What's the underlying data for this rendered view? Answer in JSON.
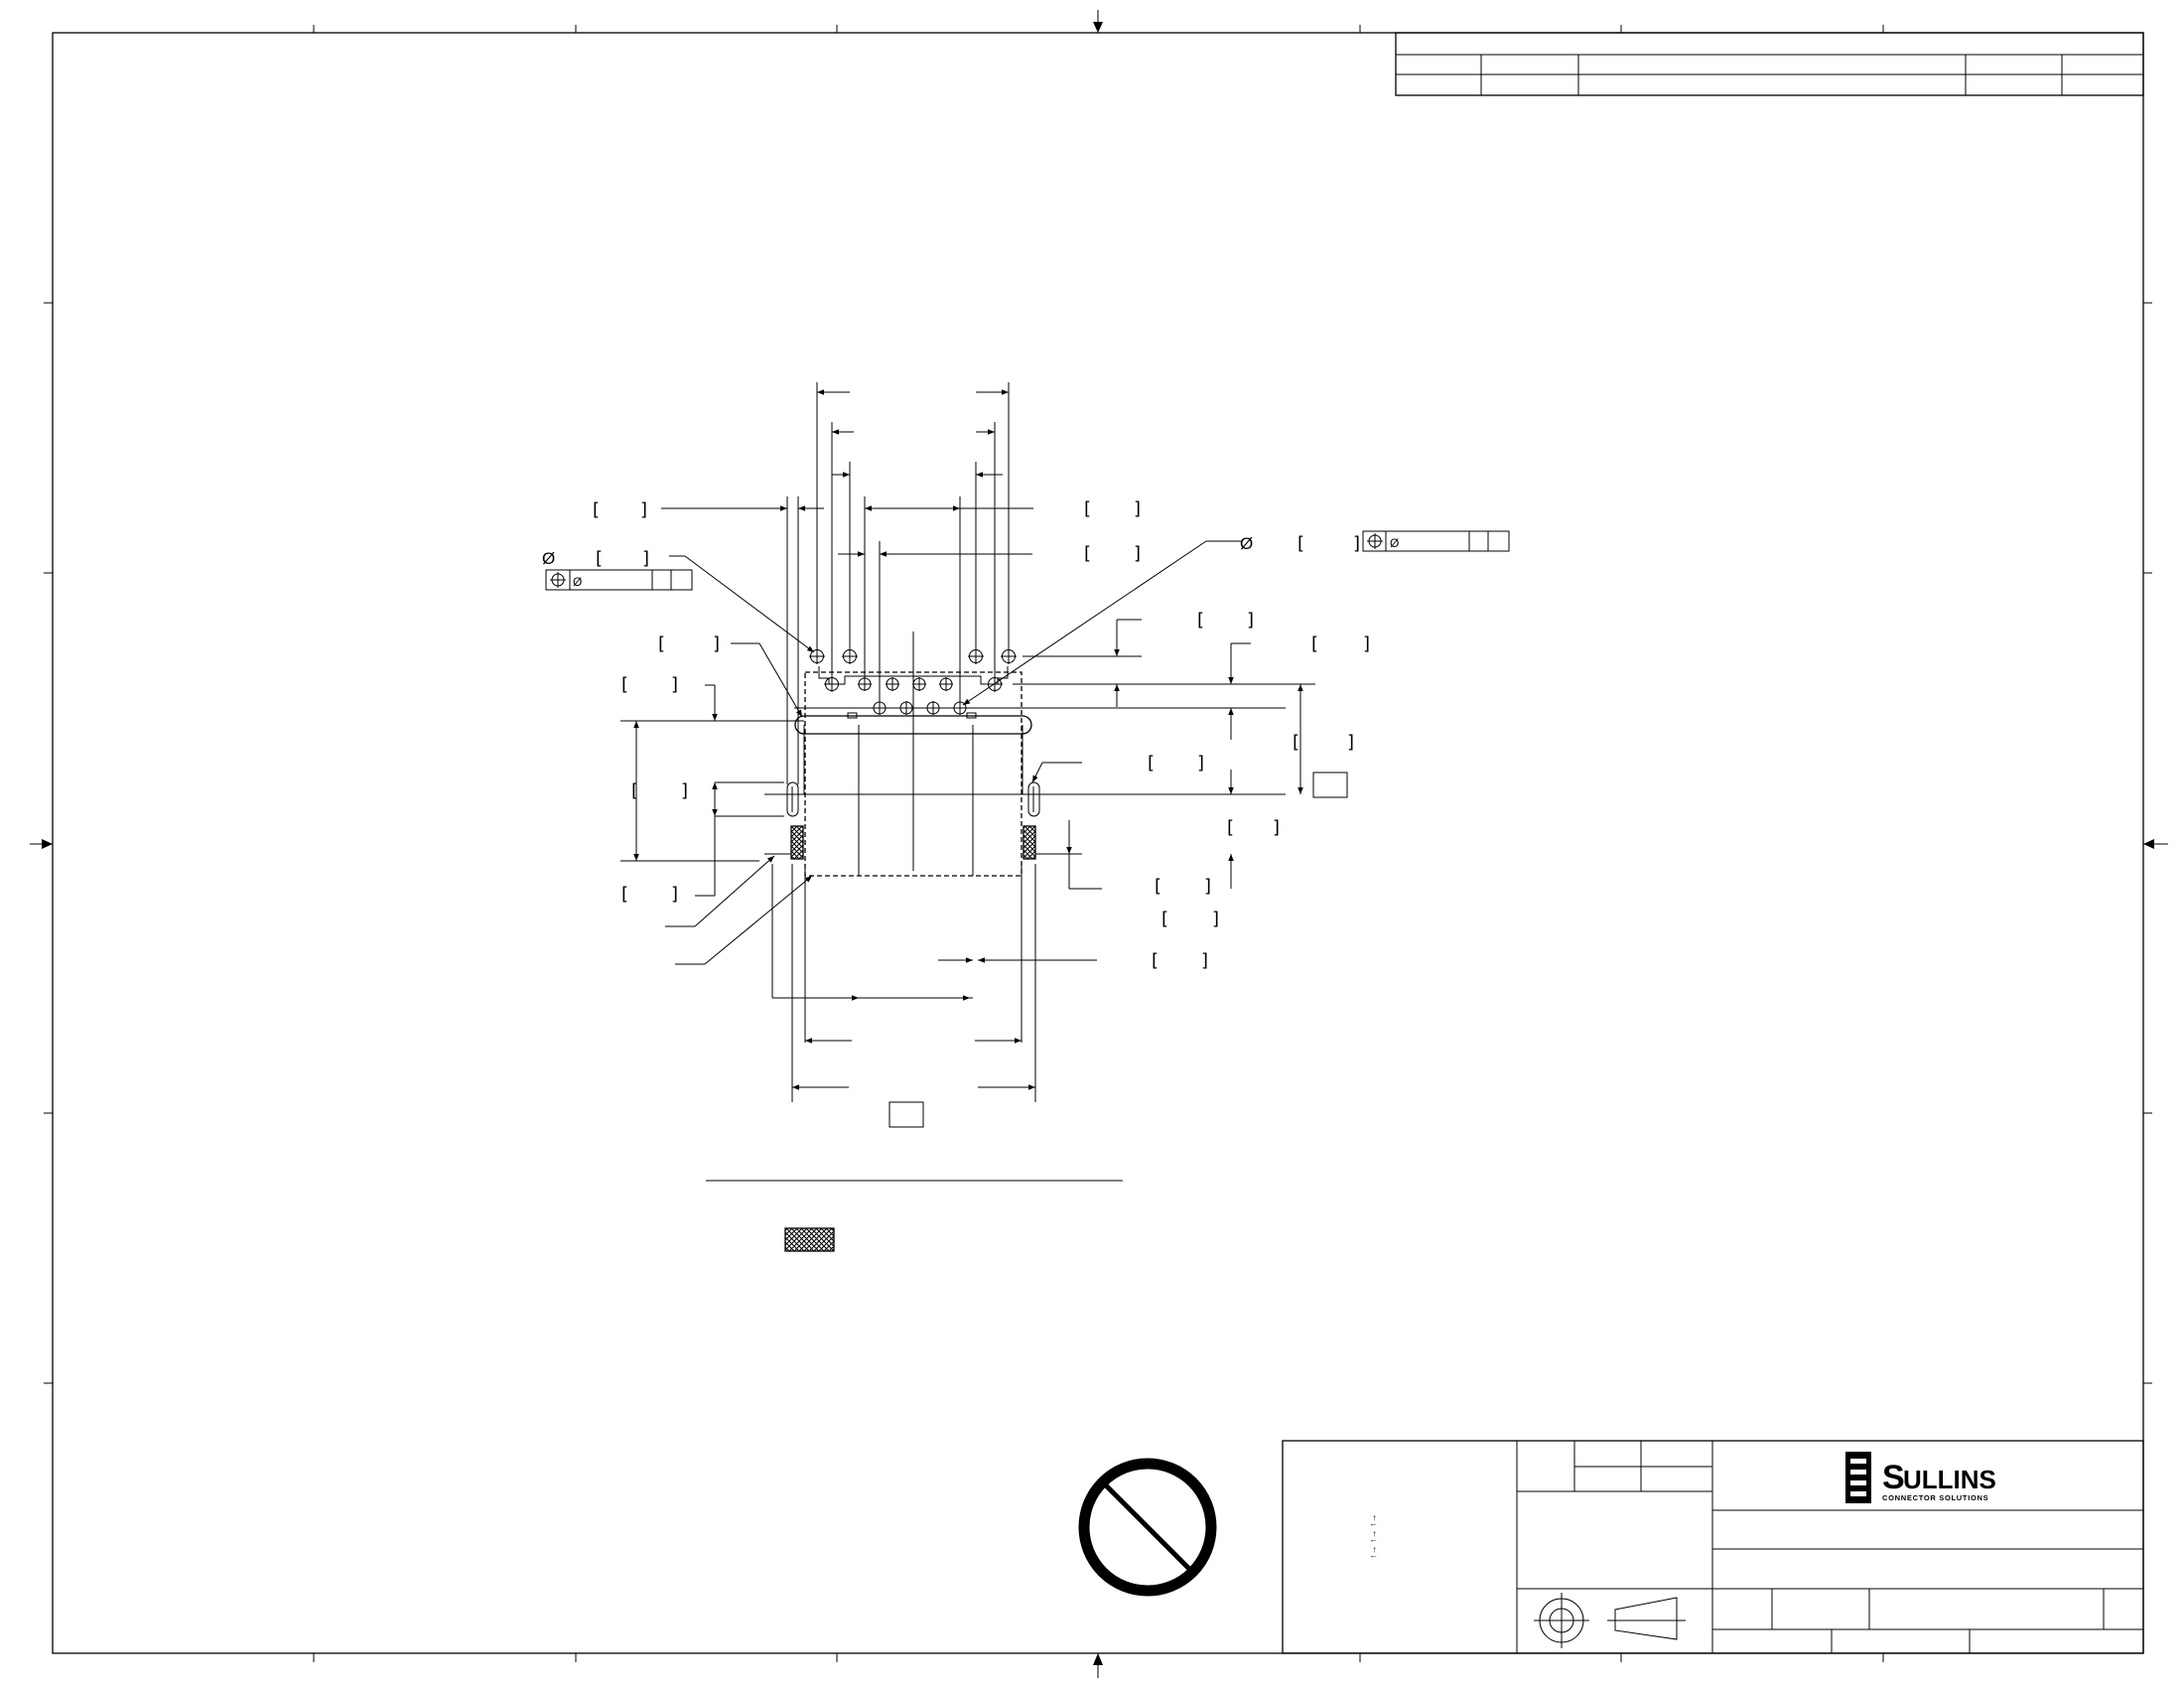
{
  "title_block": {
    "brand": "SULLINS",
    "brand_initial": "S",
    "brand_rest": "ULLINS",
    "tagline": "CONNECTOR SOLUTIONS",
    "logo_icon": "stacked-bars-logo-icon",
    "projection_icon": "third-angle-projection-icon"
  },
  "drawing": {
    "stamp_icon": "prohibited-circle-icon",
    "diameter_symbol": "Ø",
    "true_position_icon": "position-tolerance-icon",
    "small_note": "↑→ ↑→ ↑→"
  }
}
